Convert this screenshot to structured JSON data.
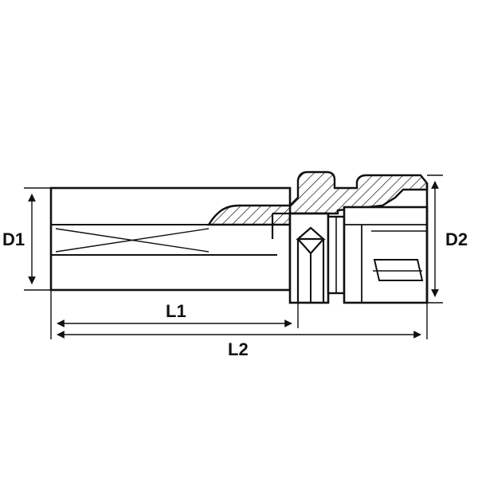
{
  "drawing": {
    "labels": {
      "d1": "D1",
      "d2": "D2",
      "l1": "L1",
      "l2": "L2"
    },
    "colors": {
      "line": "#111111",
      "background": "#ffffff"
    }
  }
}
